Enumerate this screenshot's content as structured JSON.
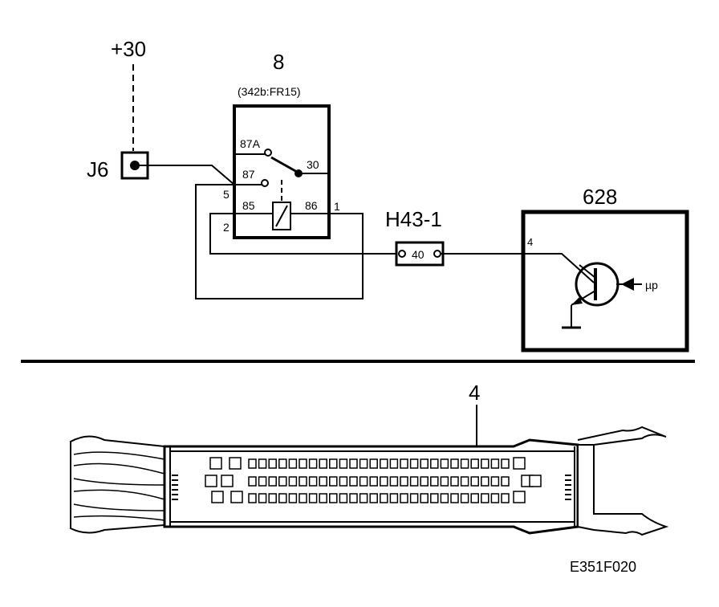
{
  "supply": {
    "label": "+30"
  },
  "connector_j6": {
    "label": "J6"
  },
  "relay": {
    "number": "8",
    "ref": "(342b:FR15)",
    "pins": {
      "p87A": "87A",
      "p87": "87",
      "p30": "30",
      "p85": "85",
      "p86": "86"
    },
    "ext_pins": {
      "p5": "5",
      "p2": "2",
      "p1": "1"
    }
  },
  "connector_h43": {
    "label": "H43-1",
    "pin": "40"
  },
  "control_module": {
    "number": "628",
    "pin": "4",
    "mu_label": "µp"
  },
  "connector_view": {
    "pin_callout": "4"
  },
  "figure_id": "E351F020",
  "colors": {
    "ink": "#000000",
    "background": "#ffffff"
  }
}
